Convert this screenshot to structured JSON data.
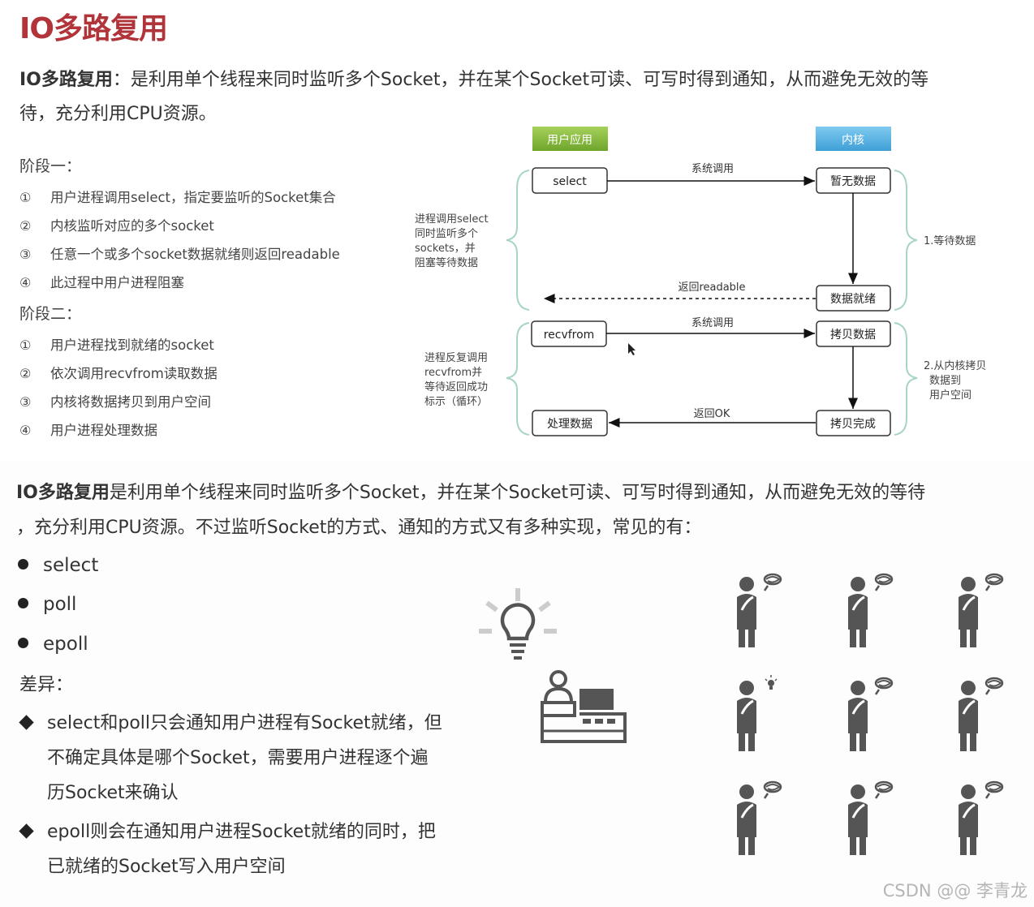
{
  "title": "IO多路复用",
  "intro": {
    "term": "IO多路复用",
    "text_line1": "：是利用单个线程来同时监听多个Socket，并在某个Socket可读、可写时得到通知，从而避免无效的等",
    "text_line2": "待，充分利用CPU资源。"
  },
  "stage1": {
    "heading": "阶段一：",
    "steps": [
      {
        "num": "①",
        "text": "用户进程调用select，指定要监听的Socket集合"
      },
      {
        "num": "②",
        "text": "内核监听对应的多个socket"
      },
      {
        "num": "③",
        "text": "任意一个或多个socket数据就绪则返回readable"
      },
      {
        "num": "④",
        "text": "此过程中用户进程阻塞"
      }
    ]
  },
  "stage2": {
    "heading": "阶段二：",
    "steps": [
      {
        "num": "①",
        "text": "用户进程找到就绪的socket"
      },
      {
        "num": "②",
        "text": "依次调用recvfrom读取数据"
      },
      {
        "num": "③",
        "text": "内核将数据拷贝到用户空间"
      },
      {
        "num": "④",
        "text": "用户进程处理数据"
      }
    ]
  },
  "diagram": {
    "user_app_header": "用户应用",
    "kernel_header": "内核",
    "box_select": "select",
    "box_no_data": "暂无数据",
    "box_data_ready": "数据就绪",
    "box_recvfrom": "recvfrom",
    "box_copy_data": "拷贝数据",
    "box_process_data": "处理数据",
    "box_copy_done": "拷贝完成",
    "arrow_syscall_1": "系统调用",
    "arrow_return_readable": "返回readable",
    "arrow_syscall_2": "系统调用",
    "arrow_return_ok": "返回OK",
    "left_note_1": [
      "进程调用select",
      "同时监听多个",
      "sockets，并",
      "阻塞等待数据"
    ],
    "left_note_2": [
      "进程反复调用",
      "recvfrom并",
      "等待返回成功",
      "标示（循环）"
    ],
    "right_note_1": "1.等待数据",
    "right_note_2": [
      "2.从内核拷贝",
      "数据到",
      "用户空间"
    ],
    "colors": {
      "user_app_header": "#8cbf3f",
      "kernel_header": "#5cb3e0",
      "brace": "#a8d4c8"
    }
  },
  "para2": {
    "term": "IO多路复用",
    "text_line1": "是利用单个线程来同时监听多个Socket，并在某个Socket可读、可写时得到通知，从而避免无效的等待",
    "text_line2": "，充分利用CPU资源。不过监听Socket的方式、通知的方式又有多种实现，常见的有："
  },
  "implementations": [
    "select",
    "poll",
    "epoll"
  ],
  "differences": {
    "heading": "差异：",
    "items": [
      {
        "lines": [
          "select和poll只会通知用户进程有Socket就绪，但",
          "不确定具体是哪个Socket，需要用户进程逐个遍",
          "历Socket来确认"
        ]
      },
      {
        "lines": [
          "epoll则会在通知用户进程Socket就绪的同时，把",
          "已就绪的Socket写入用户空间"
        ]
      }
    ]
  },
  "illustration": {
    "icons": [
      "lightbulb-icon",
      "server-desk-icon",
      "thinking-person-icon"
    ],
    "color": "#555555"
  },
  "watermark": "CSDN @@ 李青龙"
}
